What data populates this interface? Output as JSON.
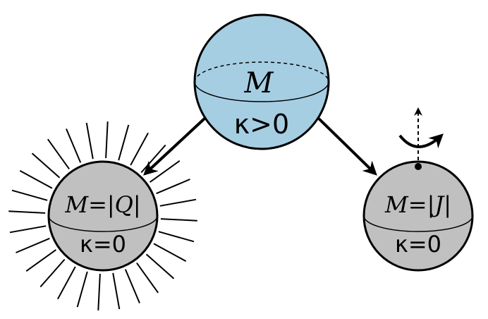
{
  "nodes": {
    "top": {
      "upper_label": "M",
      "lower_label": "κ>0",
      "fill": "#a6cee3"
    },
    "left": {
      "upper_label": "M=|Q|",
      "lower_label": "κ=0",
      "fill": "#c0c0c0"
    },
    "right": {
      "upper_label": "M=|J|",
      "lower_label": "κ=0",
      "fill": "#c0c0c0"
    }
  },
  "colors": {
    "stroke": "#000000",
    "background": "#ffffff"
  }
}
